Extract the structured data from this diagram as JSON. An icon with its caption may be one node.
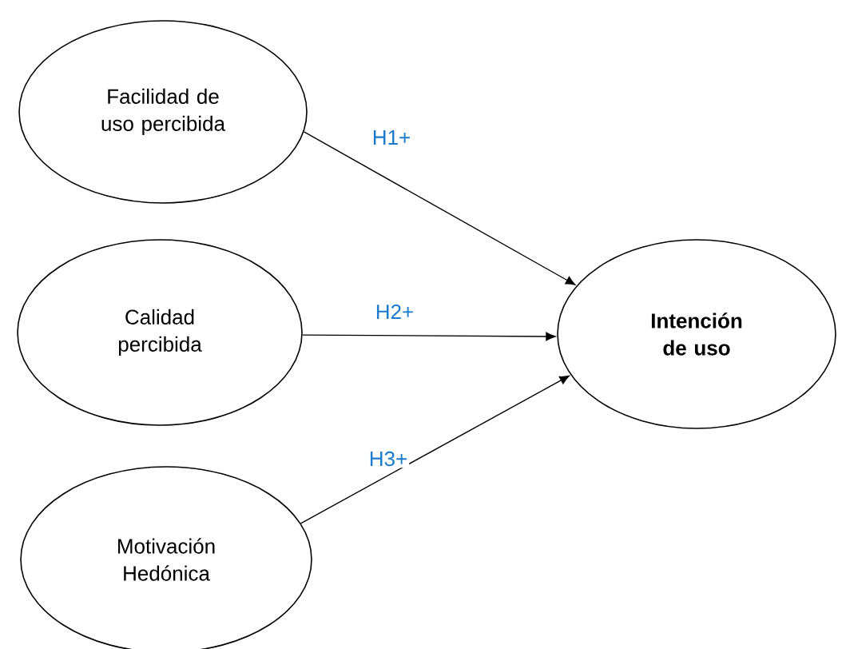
{
  "diagram": {
    "nodes": [
      {
        "text": [
          "Facilidad de uso percibida"
        ]
      },
      {
        "text": [
          "Calidad percibida"
        ]
      },
      {
        "text": [
          "Motivación Hedónica"
        ]
      },
      {
        "text": [
          "Intención de uso"
        ]
      }
    ],
    "edges": [
      {
        "from": 0,
        "to": 3,
        "arrow": "to",
        "label": "H1+"
      },
      {
        "from": 1,
        "to": 3,
        "arrow": "to",
        "label": "H2+"
      },
      {
        "from": 2,
        "to": 3,
        "arrow": "to",
        "label": "H3+"
      }
    ]
  }
}
